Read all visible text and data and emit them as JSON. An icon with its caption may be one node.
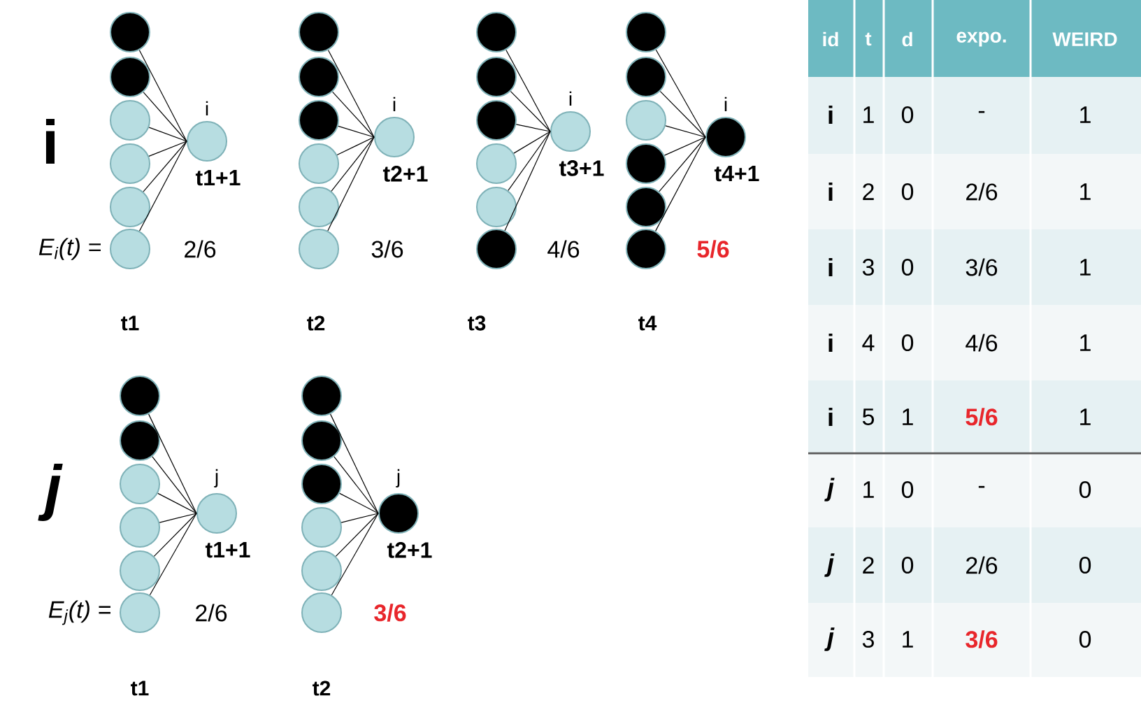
{
  "diagram": {
    "nodes": [
      {
        "text": [],
        "shape": "circle"
      },
      {
        "text": [],
        "shape": "circle"
      },
      {
        "text": [],
        "shape": "circle"
      },
      {
        "text": [],
        "shape": "circle"
      },
      {
        "text": [],
        "shape": "circle"
      },
      {
        "text": [],
        "shape": "circle"
      },
      {
        "text": [],
        "shape": "circle",
        "beside": [
          "i",
          "t1+1"
        ]
      },
      {
        "text": [],
        "shape": "circle"
      },
      {
        "text": [],
        "shape": "circle"
      },
      {
        "text": [],
        "shape": "circle"
      },
      {
        "text": [],
        "shape": "circle"
      },
      {
        "text": [],
        "shape": "circle"
      },
      {
        "text": [],
        "shape": "circle"
      },
      {
        "text": [],
        "shape": "circle",
        "beside": [
          "i",
          "t2+1"
        ]
      },
      {
        "text": [],
        "shape": "circle"
      },
      {
        "text": [],
        "shape": "circle"
      },
      {
        "text": [],
        "shape": "circle"
      },
      {
        "text": [],
        "shape": "circle"
      },
      {
        "text": [],
        "shape": "circle"
      },
      {
        "text": [],
        "shape": "circle"
      },
      {
        "text": [],
        "shape": "circle",
        "beside": [
          "i",
          "t3+1"
        ]
      },
      {
        "text": [],
        "shape": "circle"
      },
      {
        "text": [],
        "shape": "circle"
      },
      {
        "text": [],
        "shape": "circle"
      },
      {
        "text": [],
        "shape": "circle"
      },
      {
        "text": [],
        "shape": "circle"
      },
      {
        "text": [],
        "shape": "circle"
      },
      {
        "text": [],
        "shape": "circle",
        "beside": [
          "i",
          "t4+1"
        ]
      },
      {
        "text": [],
        "shape": "circle"
      },
      {
        "text": [],
        "shape": "circle"
      },
      {
        "text": [],
        "shape": "circle"
      },
      {
        "text": [],
        "shape": "circle"
      },
      {
        "text": [],
        "shape": "circle"
      },
      {
        "text": [],
        "shape": "circle"
      },
      {
        "text": [],
        "shape": "circle",
        "beside": [
          "j",
          "t1+1"
        ]
      },
      {
        "text": [],
        "shape": "circle"
      },
      {
        "text": [],
        "shape": "circle"
      },
      {
        "text": [],
        "shape": "circle"
      },
      {
        "text": [],
        "shape": "circle"
      },
      {
        "text": [],
        "shape": "circle"
      },
      {
        "text": [],
        "shape": "circle"
      },
      {
        "text": [],
        "shape": "circle",
        "beside": [
          "j",
          "t2+1"
        ]
      }
    ],
    "edges": [
      {
        "from": 0,
        "to": 6,
        "arrow": "none"
      },
      {
        "from": 1,
        "to": 6,
        "arrow": "none"
      },
      {
        "from": 2,
        "to": 6,
        "arrow": "none"
      },
      {
        "from": 3,
        "to": 6,
        "arrow": "none"
      },
      {
        "from": 4,
        "to": 6,
        "arrow": "none"
      },
      {
        "from": 5,
        "to": 6,
        "arrow": "none"
      },
      {
        "from": 7,
        "to": 13,
        "arrow": "none"
      },
      {
        "from": 8,
        "to": 13,
        "arrow": "none"
      },
      {
        "from": 9,
        "to": 13,
        "arrow": "none"
      },
      {
        "from": 10,
        "to": 13,
        "arrow": "none"
      },
      {
        "from": 11,
        "to": 13,
        "arrow": "none"
      },
      {
        "from": 12,
        "to": 13,
        "arrow": "none"
      },
      {
        "from": 14,
        "to": 20,
        "arrow": "none"
      },
      {
        "from": 15,
        "to": 20,
        "arrow": "none"
      },
      {
        "from": 16,
        "to": 20,
        "arrow": "none"
      },
      {
        "from": 17,
        "to": 20,
        "arrow": "none"
      },
      {
        "from": 18,
        "to": 20,
        "arrow": "none"
      },
      {
        "from": 19,
        "to": 20,
        "arrow": "none"
      },
      {
        "from": 21,
        "to": 27,
        "arrow": "none"
      },
      {
        "from": 22,
        "to": 27,
        "arrow": "none"
      },
      {
        "from": 23,
        "to": 27,
        "arrow": "none"
      },
      {
        "from": 24,
        "to": 27,
        "arrow": "none"
      },
      {
        "from": 25,
        "to": 27,
        "arrow": "none"
      },
      {
        "from": 26,
        "to": 27,
        "arrow": "none"
      },
      {
        "from": 28,
        "to": 34,
        "arrow": "none"
      },
      {
        "from": 29,
        "to": 34,
        "arrow": "none"
      },
      {
        "from": 30,
        "to": 34,
        "arrow": "none"
      },
      {
        "from": 31,
        "to": 34,
        "arrow": "none"
      },
      {
        "from": 32,
        "to": 34,
        "arrow": "none"
      },
      {
        "from": 33,
        "to": 34,
        "arrow": "none"
      },
      {
        "from": 35,
        "to": 41,
        "arrow": "none"
      },
      {
        "from": 36,
        "to": 41,
        "arrow": "none"
      },
      {
        "from": 37,
        "to": 41,
        "arrow": "none"
      },
      {
        "from": 38,
        "to": 41,
        "arrow": "none"
      },
      {
        "from": 39,
        "to": 41,
        "arrow": "none"
      },
      {
        "from": 40,
        "to": 41,
        "arrow": "none"
      }
    ],
    "labels": [
      "i",
      "E$_{i}$(t) =",
      "2/6",
      "3/6",
      "4/6",
      "5/6",
      "t1",
      "t2",
      "t3",
      "t4",
      "j",
      "E$_{j}$(t) =",
      "2/6",
      "3/6",
      "t1",
      "t2",
      "id",
      "t",
      "d",
      "expo.",
      "WEIRD",
      "i",
      "1",
      "0",
      "-",
      "1",
      "i",
      "2",
      "0",
      "2/6",
      "1",
      "i",
      "3",
      "0",
      "3/6",
      "1",
      "i",
      "4",
      "0",
      "4/6",
      "1",
      "i",
      "5",
      "1",
      "5/6",
      "1",
      "j",
      "1",
      "0",
      "-",
      "0",
      "j",
      "2",
      "0",
      "2/6",
      "0",
      "j",
      "3",
      "1",
      "3/6",
      "0"
    ]
  }
}
